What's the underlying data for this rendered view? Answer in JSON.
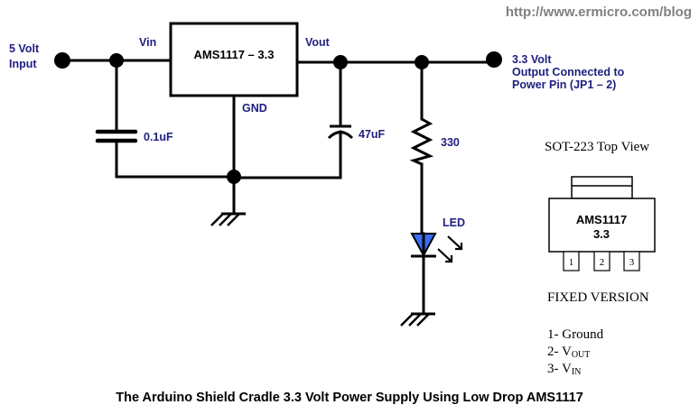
{
  "header": {
    "url": "http://www.ermicro.com/blog"
  },
  "schematic": {
    "input_label_line1": "5 Volt",
    "input_label_line2": "Input",
    "vin_label": "Vin",
    "vout_label": "Vout",
    "gnd_label": "GND",
    "regulator_label": "AMS1117 – 3.3",
    "cap_in_label": "0.1uF",
    "cap_out_label": "47uF",
    "resistor_label": "330",
    "led_label": "LED",
    "output_label_line1": "3.3 Volt",
    "output_label_line2": "Output Connected to",
    "output_label_line3": "Power Pin (JP1 – 2)",
    "led_color": "#3a6ef0"
  },
  "package": {
    "title": "SOT-223 Top View",
    "chip_line1": "AMS1117",
    "chip_line2": "3.3",
    "pins": [
      "1",
      "2",
      "3"
    ],
    "version": "FIXED VERSION",
    "pinout": [
      {
        "num": "1- ",
        "name": "Ground",
        "sub": ""
      },
      {
        "num": "2- ",
        "name": "V",
        "sub": "OUT"
      },
      {
        "num": "3- ",
        "name": "V",
        "sub": "IN"
      }
    ]
  },
  "caption": "The Arduino Shield Cradle 3.3 Volt Power Supply Using Low Drop AMS1117"
}
